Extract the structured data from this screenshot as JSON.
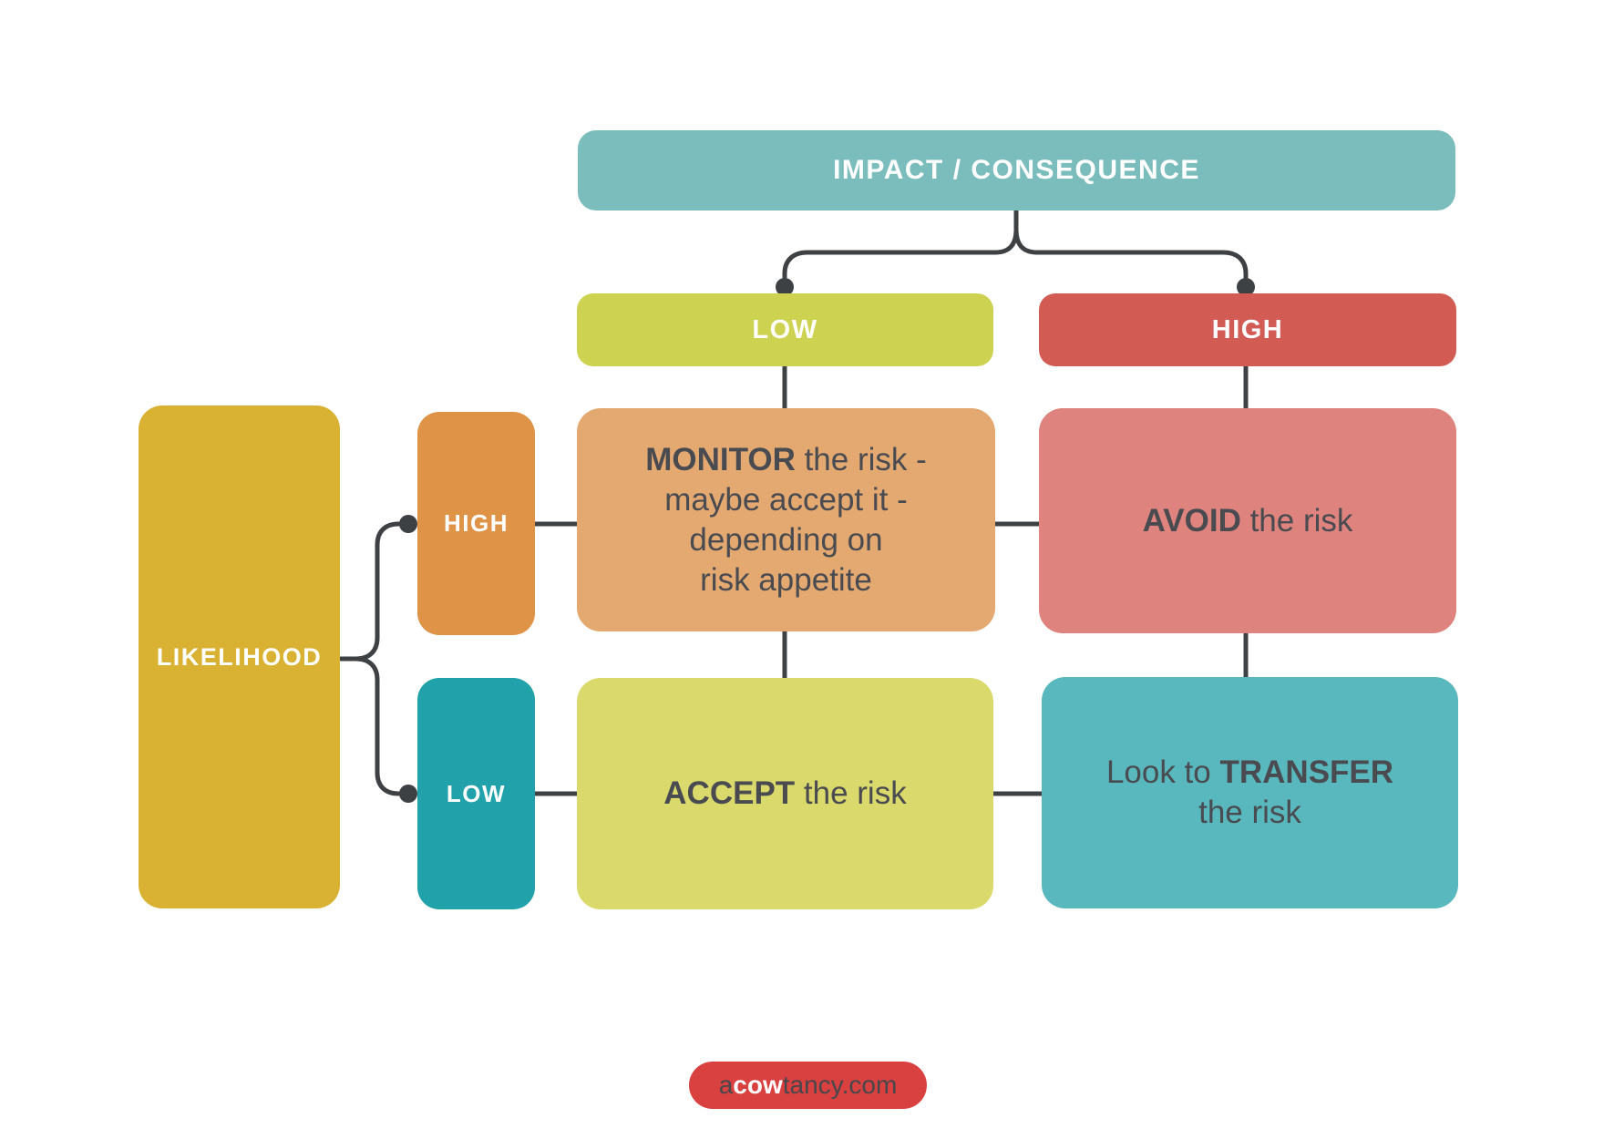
{
  "colors": {
    "banner_teal": "#7abdbc",
    "impact_low_yellow": "#cdd250",
    "impact_high_red": "#d25b54",
    "likelihood_gold": "#d9b233",
    "likelihood_high_orange": "#de9347",
    "likelihood_low_teal": "#21a1a9",
    "monitor_tan": "#e3a971",
    "avoid_salmon": "#de837d",
    "accept_yellow": "#dad96b",
    "transfer_teal": "#58b8bd",
    "footer_red": "#d8413f",
    "connector_dark": "#3e4144",
    "dark_text": "#4a4b50",
    "white_text": "#ffffff"
  },
  "nodes": {
    "impact": {
      "label": "IMPACT / CONSEQUENCE"
    },
    "impact_low": {
      "label": "LOW"
    },
    "impact_high": {
      "label": "HIGH"
    },
    "likelihood": {
      "label": "LIKELIHOOD"
    },
    "likelihood_high": {
      "label": "HIGH"
    },
    "likelihood_low": {
      "label": "LOW"
    },
    "monitor": {
      "bold": "MONITOR",
      "rest": " the risk -",
      "lines": [
        "maybe accept it -",
        "depending on",
        "risk appetite"
      ]
    },
    "avoid": {
      "bold": "AVOID",
      "rest": " the risk"
    },
    "accept": {
      "bold": "ACCEPT",
      "rest": " the risk"
    },
    "transfer": {
      "prefix": "Look to ",
      "bold": "TRANSFER",
      "line2": "the risk"
    }
  },
  "footer": {
    "prefix": "a",
    "bold": "cow",
    "suffix": "tancy.com"
  }
}
